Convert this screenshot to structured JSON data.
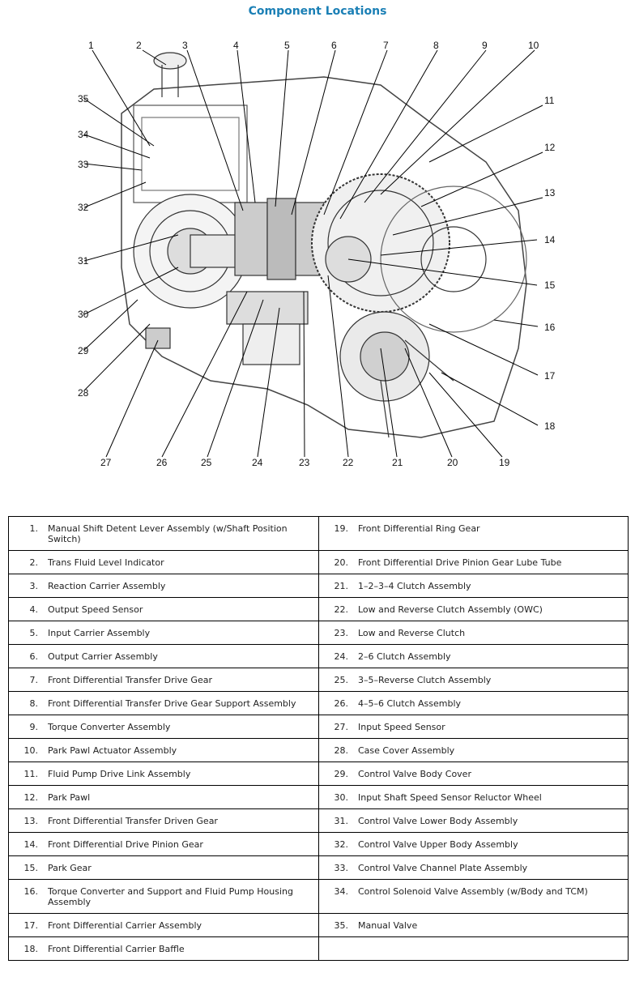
{
  "title": "Component Locations",
  "callouts": [
    "1",
    "2",
    "3",
    "4",
    "5",
    "6",
    "7",
    "8",
    "9",
    "10",
    "11",
    "12",
    "13",
    "14",
    "15",
    "16",
    "17",
    "18",
    "19",
    "20",
    "21",
    "22",
    "23",
    "24",
    "25",
    "26",
    "27",
    "28",
    "29",
    "30",
    "31",
    "32",
    "33",
    "34",
    "35"
  ],
  "legend": [
    [
      {
        "num": "1.",
        "text": "Manual Shift Detent Lever Assembly (w/Shaft Position Switch)"
      },
      {
        "num": "19.",
        "text": "Front Differential Ring Gear"
      }
    ],
    [
      {
        "num": "2.",
        "text": "Trans Fluid Level Indicator"
      },
      {
        "num": "20.",
        "text": "Front Differential Drive Pinion Gear Lube Tube"
      }
    ],
    [
      {
        "num": "3.",
        "text": "Reaction Carrier Assembly"
      },
      {
        "num": "21.",
        "text": "1–2–3–4 Clutch Assembly"
      }
    ],
    [
      {
        "num": "4.",
        "text": "Output Speed Sensor"
      },
      {
        "num": "22.",
        "text": "Low and Reverse Clutch Assembly (OWC)"
      }
    ],
    [
      {
        "num": "5.",
        "text": "Input Carrier Assembly"
      },
      {
        "num": "23.",
        "text": "Low and Reverse Clutch"
      }
    ],
    [
      {
        "num": "6.",
        "text": "Output Carrier Assembly"
      },
      {
        "num": "24.",
        "text": "2–6 Clutch Assembly"
      }
    ],
    [
      {
        "num": "7.",
        "text": "Front Differential Transfer Drive Gear"
      },
      {
        "num": "25.",
        "text": "3–5–Reverse Clutch Assembly"
      }
    ],
    [
      {
        "num": "8.",
        "text": "Front Differential Transfer Drive Gear Support Assembly"
      },
      {
        "num": "26.",
        "text": "4–5–6 Clutch Assembly"
      }
    ],
    [
      {
        "num": "9.",
        "text": "Torque Converter Assembly"
      },
      {
        "num": "27.",
        "text": "Input Speed Sensor"
      }
    ],
    [
      {
        "num": "10.",
        "text": "Park Pawl Actuator Assembly"
      },
      {
        "num": "28.",
        "text": "Case Cover Assembly"
      }
    ],
    [
      {
        "num": "11.",
        "text": "Fluid Pump Drive Link Assembly"
      },
      {
        "num": "29.",
        "text": "Control Valve Body Cover"
      }
    ],
    [
      {
        "num": "12.",
        "text": "Park Pawl"
      },
      {
        "num": "30.",
        "text": "Input Shaft Speed Sensor Reluctor Wheel"
      }
    ],
    [
      {
        "num": "13.",
        "text": "Front Differential Transfer Driven Gear"
      },
      {
        "num": "31.",
        "text": "Control Valve Lower Body Assembly"
      }
    ],
    [
      {
        "num": "14.",
        "text": "Front Differential Drive Pinion Gear"
      },
      {
        "num": "32.",
        "text": "Control Valve Upper Body Assembly"
      }
    ],
    [
      {
        "num": "15.",
        "text": "Park Gear"
      },
      {
        "num": "33.",
        "text": "Control Valve Channel Plate Assembly"
      }
    ],
    [
      {
        "num": "16.",
        "text": "Torque Converter and Support and Fluid Pump Housing Assembly"
      },
      {
        "num": "34.",
        "text": "Control Solenoid Valve Assembly (w/Body and TCM)"
      }
    ],
    [
      {
        "num": "17.",
        "text": "Front Differential Carrier Assembly"
      },
      {
        "num": "35.",
        "text": "Manual Valve"
      }
    ],
    [
      {
        "num": "18.",
        "text": "Front Differential Carrier Baffle"
      },
      {
        "num": "",
        "text": ""
      }
    ]
  ]
}
